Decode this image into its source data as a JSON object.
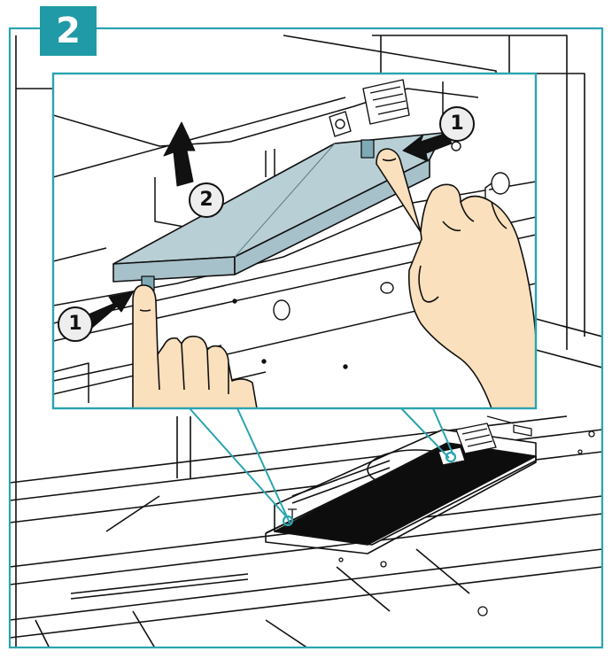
{
  "step": {
    "number": "2"
  },
  "callouts": [
    {
      "label": "1"
    },
    {
      "label": "1"
    },
    {
      "label": "2"
    }
  ],
  "colors": {
    "frame": "#2aa4b0",
    "badge": "#1f9aa6",
    "panel": "#b8cfd6",
    "skin": "#fbe0bd",
    "line": "#111111",
    "mesh": "#0d0d0d"
  },
  "icons": {
    "push": "arrow-push-icon",
    "lift": "arrow-up-icon",
    "hand": "hand-icon"
  }
}
